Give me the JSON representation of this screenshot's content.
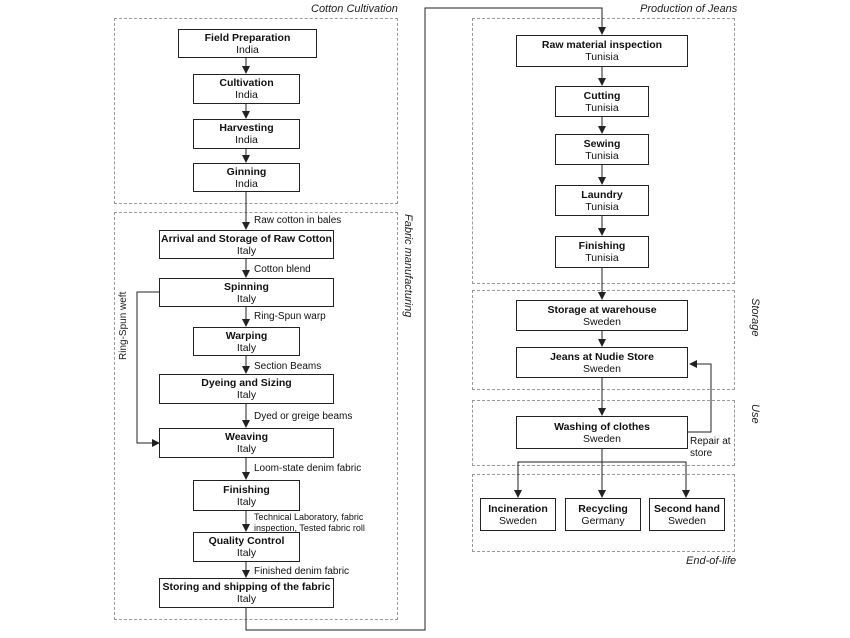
{
  "groups": {
    "cotton": "Cotton Cultivation",
    "fabric": "Fabric manufacturing",
    "jeans": "Production of Jeans",
    "storage": "Storage",
    "use": "Use",
    "eol": "End-of-life"
  },
  "nodes": {
    "field_prep": {
      "title": "Field Preparation",
      "sub": "India"
    },
    "cultivation": {
      "title": "Cultivation",
      "sub": "India"
    },
    "harvesting": {
      "title": "Harvesting",
      "sub": "India"
    },
    "ginning": {
      "title": "Ginning",
      "sub": "India"
    },
    "arrival": {
      "title": "Arrival and Storage of Raw Cotton",
      "sub": "Italy"
    },
    "spinning": {
      "title": "Spinning",
      "sub": "Italy"
    },
    "warping": {
      "title": "Warping",
      "sub": "Italy"
    },
    "dyeing": {
      "title": "Dyeing and Sizing",
      "sub": "Italy"
    },
    "weaving": {
      "title": "Weaving",
      "sub": "Italy"
    },
    "finishing_fab": {
      "title": "Finishing",
      "sub": "Italy"
    },
    "quality": {
      "title": "Quality Control",
      "sub": "Italy"
    },
    "storing": {
      "title": "Storing and shipping of the fabric",
      "sub": "Italy"
    },
    "raw_insp": {
      "title": "Raw material inspection",
      "sub": "Tunisia"
    },
    "cutting": {
      "title": "Cutting",
      "sub": "Tunisia"
    },
    "sewing": {
      "title": "Sewing",
      "sub": "Tunisia"
    },
    "laundry": {
      "title": "Laundry",
      "sub": "Tunisia"
    },
    "finishing_jeans": {
      "title": "Finishing",
      "sub": "Tunisia"
    },
    "warehouse": {
      "title": "Storage at warehouse",
      "sub": "Sweden"
    },
    "store": {
      "title": "Jeans at Nudie Store",
      "sub": "Sweden"
    },
    "washing": {
      "title": "Washing of clothes",
      "sub": "Sweden"
    },
    "incineration": {
      "title": "Incineration",
      "sub": "Sweden"
    },
    "recycling": {
      "title": "Recycling",
      "sub": "Germany"
    },
    "second_hand": {
      "title": "Second hand",
      "sub": "Sweden"
    }
  },
  "edges": {
    "raw_cotton_bales": "Raw cotton in bales",
    "cotton_blend": "Cotton blend",
    "ring_spun_warp": "Ring-Spun warp",
    "section_beams": "Section Beams",
    "dyed_beams": "Dyed or greige beams",
    "loom_state": "Loom-state denim fabric",
    "tech_lab": "Technical Laboratory, fabric inspection, Tested fabric roll",
    "finished_denim": "Finished denim fabric",
    "ring_spun_weft": "Ring-Spun weft",
    "repair": "Repair at store"
  }
}
